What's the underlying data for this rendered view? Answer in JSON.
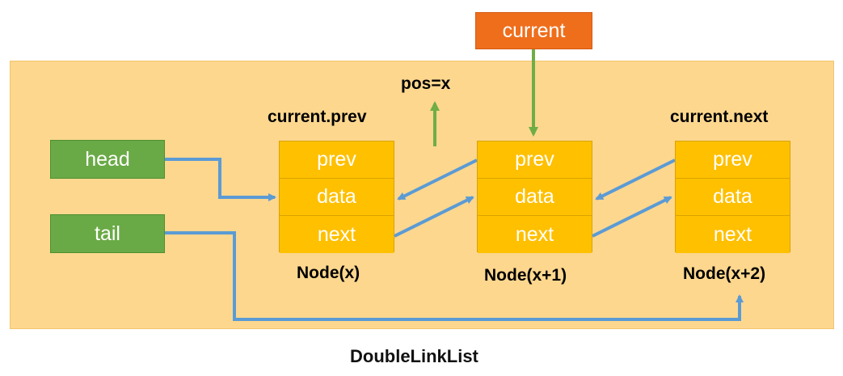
{
  "pointers": {
    "head": "head",
    "tail": "tail",
    "current": "current"
  },
  "position_label": "pos=x",
  "neighbors": {
    "prev": "current.prev",
    "next": "current.next"
  },
  "field_labels": [
    "prev",
    "data",
    "next"
  ],
  "nodes": [
    {
      "label": "Node(x)",
      "fields": [
        "prev",
        "data",
        "next"
      ]
    },
    {
      "label": "Node(x+1)",
      "fields": [
        "prev",
        "data",
        "next"
      ]
    },
    {
      "label": "Node(x+2)",
      "fields": [
        "prev",
        "data",
        "next"
      ]
    }
  ],
  "caption": "DoubleLinkList",
  "colors": {
    "panel": "#fdd78e",
    "node_cell": "#ffc000",
    "pointer_box": "#6aaa46",
    "current_box": "#ef6e1c",
    "link_arrow": "#5b9bd5",
    "current_arrow": "#70ad47"
  }
}
